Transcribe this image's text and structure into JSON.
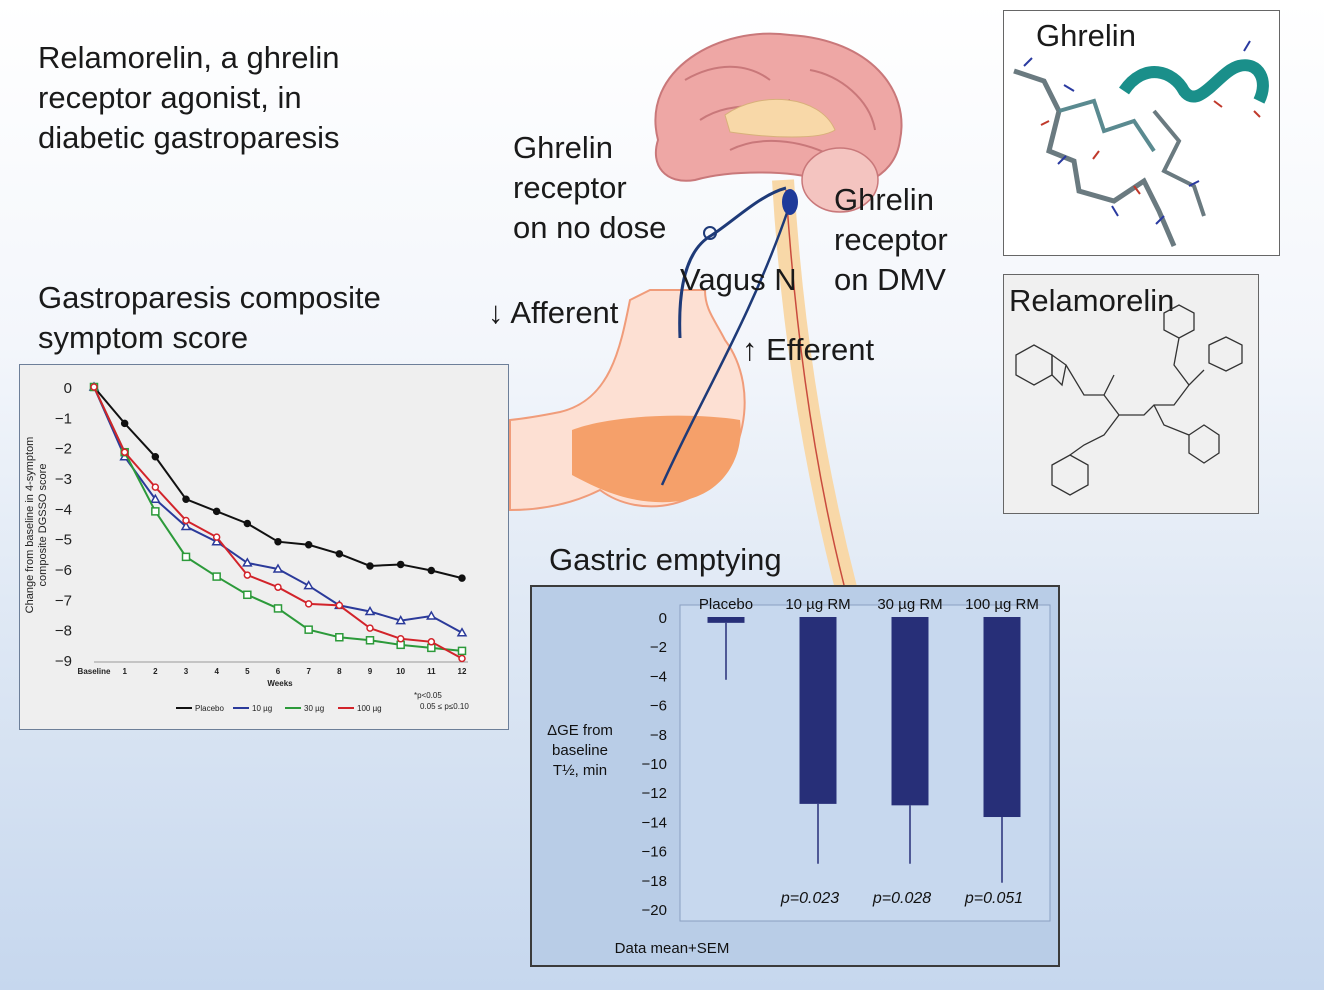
{
  "main_title": [
    "Relamorelin, a ghrelin",
    "receptor agonist, in",
    "diabetic gastroparesis"
  ],
  "labels": {
    "ghrelin_receptor_nodose": [
      "Ghrelin",
      "receptor",
      "on no dose"
    ],
    "vagus": "Vagus N",
    "ghrelin_receptor_dmv": [
      "Ghrelin",
      "receptor",
      "on DMV"
    ],
    "afferent": "Afferent",
    "efferent": "Efferent",
    "down_arrow": "↓",
    "up_arrow": "↑"
  },
  "symptom_title": [
    "Gastroparesis composite",
    "symptom score"
  ],
  "gastric_title": "Gastric emptying",
  "ghrelin_label": "Ghrelin",
  "relamorelin_label": "Relamorelin",
  "colors": {
    "placebo": "#111111",
    "10ug": "#2b3a9a",
    "30ug": "#2c9a3a",
    "100ug": "#d2232a",
    "bar": "#272f78",
    "stomach": "#f5a06a",
    "brain": "#eea7a5"
  },
  "chart_data": [
    {
      "type": "line",
      "ylabel": "Change from baseline in 4-symptom composite DGSSO score",
      "xlabel": "Weeks",
      "categories": [
        "Baseline",
        "1",
        "2",
        "3",
        "4",
        "5",
        "6",
        "7",
        "8",
        "9",
        "10",
        "11",
        "12"
      ],
      "ylim": [
        -9,
        0
      ],
      "yticks": [
        "0",
        "−1",
        "−2",
        "−3",
        "−4",
        "−5",
        "−6",
        "−7",
        "−8",
        "−9"
      ],
      "series": [
        {
          "name": "Placebo",
          "values": [
            0,
            -1.2,
            -2.3,
            -3.7,
            -4.1,
            -4.5,
            -5.1,
            -5.2,
            -5.5,
            -5.9,
            -5.85,
            -6.05,
            -6.3
          ]
        },
        {
          "name": "10 µg",
          "values": [
            0,
            -2.3,
            -3.7,
            -4.6,
            -5.1,
            -5.8,
            -6.0,
            -6.55,
            -7.2,
            -7.4,
            -7.7,
            -7.55,
            -8.1
          ]
        },
        {
          "name": "30 µg",
          "values": [
            0,
            -2.15,
            -4.1,
            -5.6,
            -6.25,
            -6.85,
            -7.3,
            -8.0,
            -8.25,
            -8.35,
            -8.5,
            -8.6,
            -8.7
          ]
        },
        {
          "name": "100 µg",
          "values": [
            0,
            -2.15,
            -3.3,
            -4.4,
            -4.95,
            -6.2,
            -6.6,
            -7.15,
            -7.2,
            -7.95,
            -8.3,
            -8.4,
            -8.95
          ]
        }
      ],
      "footnote": [
        "*p<0.05",
        "0.05 ≤ p≤0.10"
      ],
      "legend": "bottom"
    },
    {
      "type": "bar",
      "categories": [
        "Placebo",
        "10 µg RM",
        "30 µg RM",
        "100 µg RM"
      ],
      "values": [
        -0.4,
        -12.8,
        -12.9,
        -13.7
      ],
      "errors": [
        3.9,
        4.1,
        4.0,
        4.5
      ],
      "ylim": [
        -20,
        0
      ],
      "yticks": [
        "0",
        "−2",
        "−4",
        "−6",
        "−8",
        "−10",
        "−12",
        "−14",
        "−16",
        "−18",
        "−20"
      ],
      "ylabel": [
        "ΔGE from",
        "baseline",
        "T½, min"
      ],
      "pvalues": [
        "",
        "p=0.023",
        "p=0.028",
        "p=0.051"
      ],
      "note": "Data mean+SEM"
    }
  ]
}
